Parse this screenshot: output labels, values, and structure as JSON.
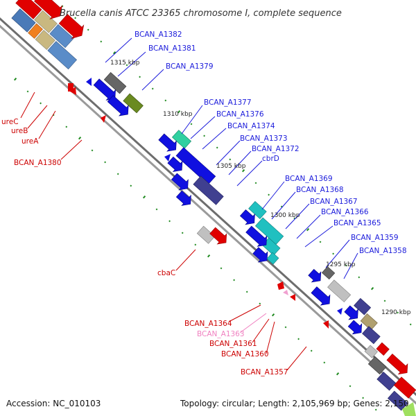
{
  "map": {
    "title": "Brucella canis ATCC 23365 chromosome I, complete sequence",
    "accession": "Accession: NC_010103",
    "topology": "Topology: circular; Length: 2,105,969 bp; Genes: 2,150"
  },
  "scale_labels": [
    "1315 kbp",
    "1310 kbp",
    "1305 kbp",
    "1300 kbp",
    "1295 kbp",
    "1290 kbp"
  ],
  "forward_labels": [
    "BCAN_A1382",
    "BCAN_A1381",
    "BCAN_A1379",
    "BCAN_A1377",
    "BCAN_A1376",
    "BCAN_A1374",
    "BCAN_A1373",
    "BCAN_A1372",
    "cbrD",
    "BCAN_A1369",
    "BCAN_A1368",
    "BCAN_A1367",
    "BCAN_A1366",
    "BCAN_A1365",
    "BCAN_A1359",
    "BCAN_A1358"
  ],
  "reverse_labels": [
    "ureC",
    "ureB",
    "ureA",
    "BCAN_A1380",
    "cbaC",
    "BCAN_A1364",
    "BCAN_A1363",
    "BCAN_A1361",
    "BCAN_A1360",
    "BCAN_A1357"
  ],
  "colors": {
    "forward_label": "#1a1adb",
    "reverse_label": "#cc0000",
    "pseudo_label": "#f080c0",
    "backbone": "#7a7a7a",
    "tick": "#1f8a1f"
  }
}
